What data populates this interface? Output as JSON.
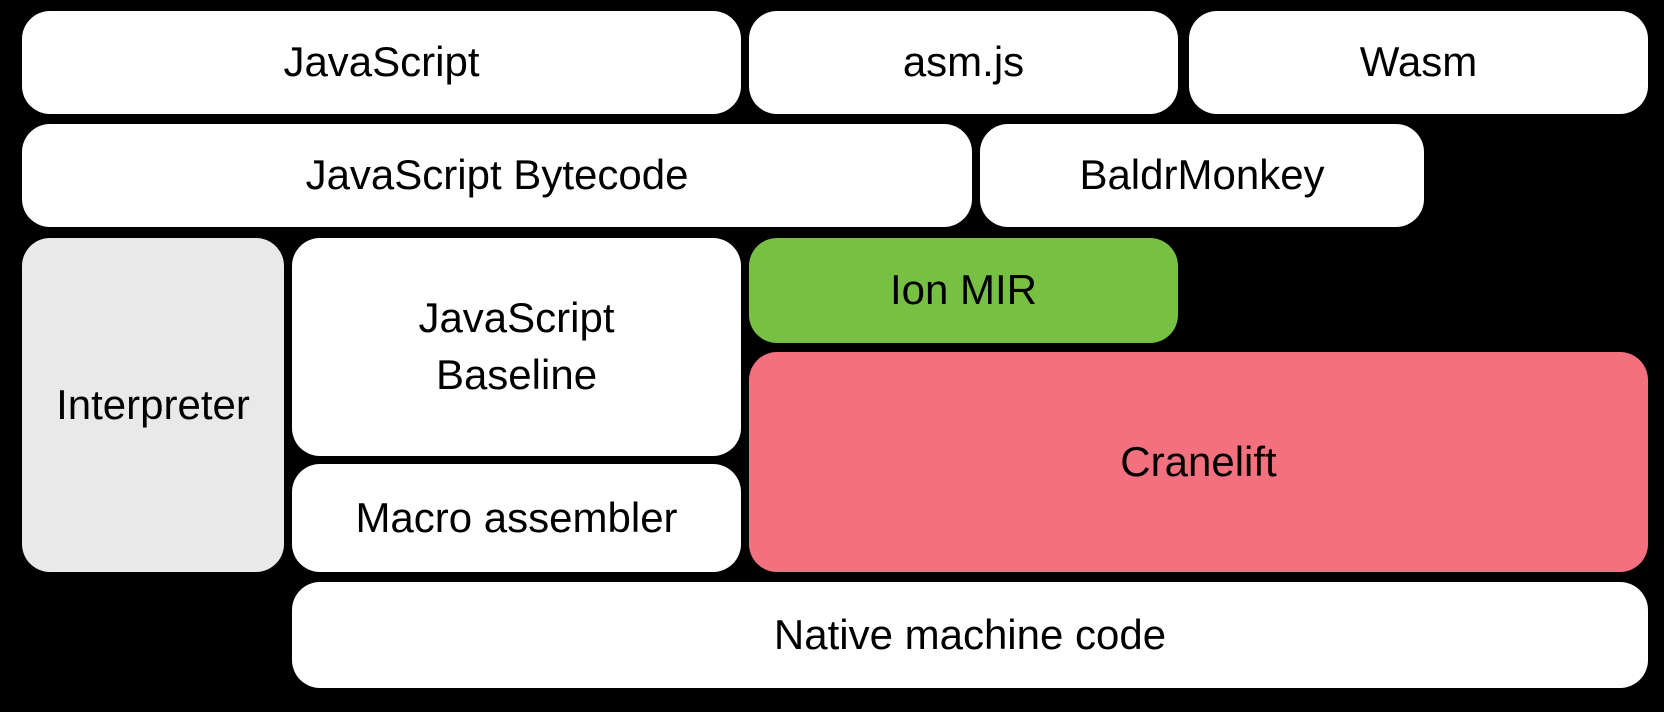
{
  "diagram": {
    "description": "Compiler pipeline block diagram",
    "palette": {
      "background": "#000000",
      "white": "#ffffff",
      "gray": "#e9e9e9",
      "green": "#77c043",
      "pink": "#f3707f",
      "text": "#000000"
    },
    "boxes": {
      "javascript": {
        "label": "JavaScript",
        "fill": "white"
      },
      "asmjs": {
        "label": "asm.js",
        "fill": "white"
      },
      "wasm": {
        "label": "Wasm",
        "fill": "white"
      },
      "bytecode": {
        "label": "JavaScript Bytecode",
        "fill": "white"
      },
      "baldrmonkey": {
        "label": "BaldrMonkey",
        "fill": "white"
      },
      "interpreter": {
        "label": "Interpreter",
        "fill": "gray"
      },
      "baseline": {
        "label": "JavaScript Baseline",
        "fill": "white",
        "lines": [
          "JavaScript",
          "Baseline"
        ]
      },
      "ionmir": {
        "label": "Ion MIR",
        "fill": "green"
      },
      "cranelift": {
        "label": "Cranelift",
        "fill": "pink"
      },
      "macroassembler": {
        "label": "Macro assembler",
        "fill": "white"
      },
      "nativecode": {
        "label": "Native machine code",
        "fill": "white"
      }
    }
  }
}
